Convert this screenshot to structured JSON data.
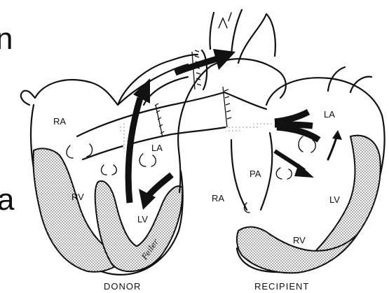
{
  "labels": {
    "donor_ra": "RA",
    "donor_rv": "RV",
    "donor_la": "LA",
    "donor_lv": "LV",
    "recipient_ra": "RA",
    "recipient_pa": "PA",
    "recipient_la": "LA",
    "recipient_lv": "LV",
    "recipient_rv": "RV"
  },
  "captions": {
    "donor": "DONOR",
    "recipient": "RECIPIENT"
  },
  "signature": "Feiler",
  "slide_fragments": {
    "top_left": "n",
    "middle_left": "a"
  },
  "colors": {
    "ink": "#111111",
    "paper": "#ffffff",
    "stipple": "#444444"
  }
}
